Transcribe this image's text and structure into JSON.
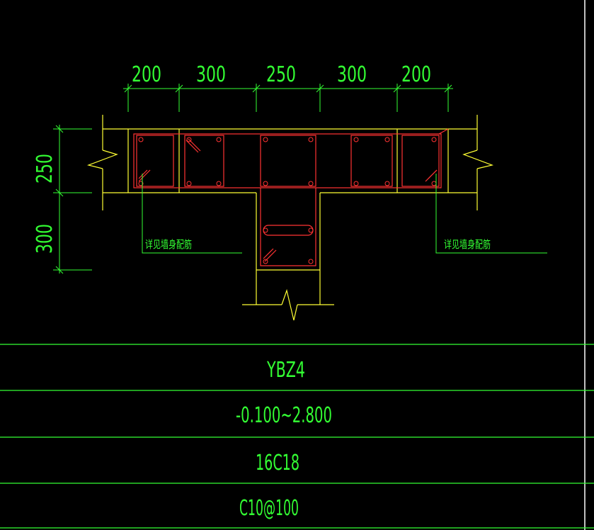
{
  "drawing": {
    "dimensions": {
      "horizontal": [
        "200",
        "300",
        "250",
        "300",
        "200"
      ],
      "vertical": [
        "250",
        "300"
      ]
    },
    "notes": {
      "left": "详见墙身配筋",
      "right": "详见墙身配筋"
    },
    "colors": {
      "background": "#000000",
      "wall": "#ffff33",
      "rebar": "#ff3333",
      "dimension": "#33ff33",
      "table_line": "#33ff33",
      "frame": "#ffffff"
    }
  },
  "table": {
    "rows": [
      {
        "label": "YBZ4"
      },
      {
        "label": "-0.100~2.800"
      },
      {
        "label": "16C18"
      },
      {
        "label": "C10@100"
      }
    ]
  }
}
